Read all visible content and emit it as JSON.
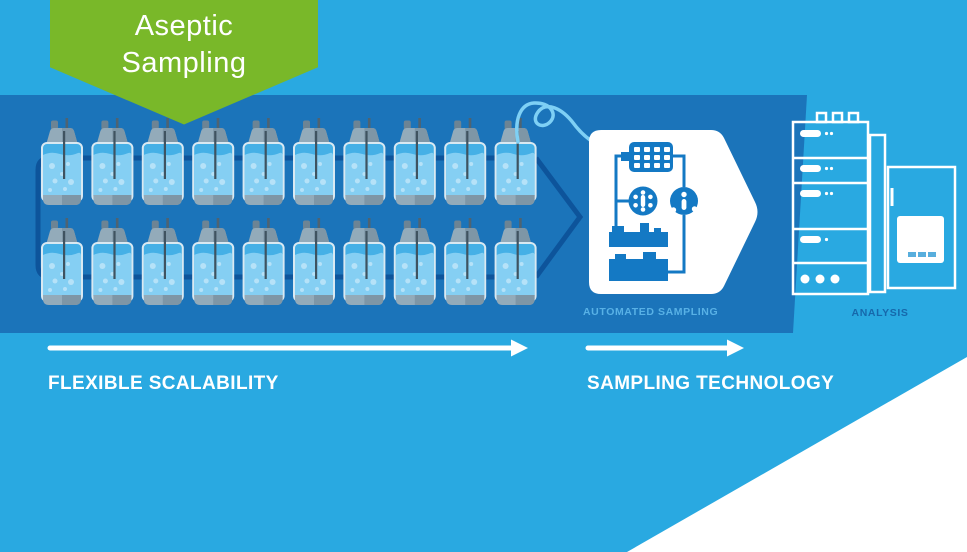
{
  "banner": {
    "line1": "Aseptic",
    "line2": "Sampling"
  },
  "flow": {
    "stage1": {
      "label": "FLEXIBLE SCALABILITY"
    },
    "stage2": {
      "label": "SAMPLING TECHNOLOGY"
    }
  },
  "captions": {
    "automated_sampling": "AUTOMATED SAMPLING",
    "analysis": "ANALYSIS"
  },
  "reactor_grid": {
    "rows": 2,
    "bottles_per_row": 10
  },
  "colors": {
    "background_blue": "#29a9e1",
    "band_blue": "#1b74ba",
    "banner_green": "#79b829",
    "loop_navy": "#0d549b",
    "icon_blue": "#1479c4",
    "tube_light_blue": "#7ed0f5",
    "caption_light_blue": "#58b1e6",
    "caption_dark_blue": "#1668ab",
    "white": "#ffffff"
  }
}
